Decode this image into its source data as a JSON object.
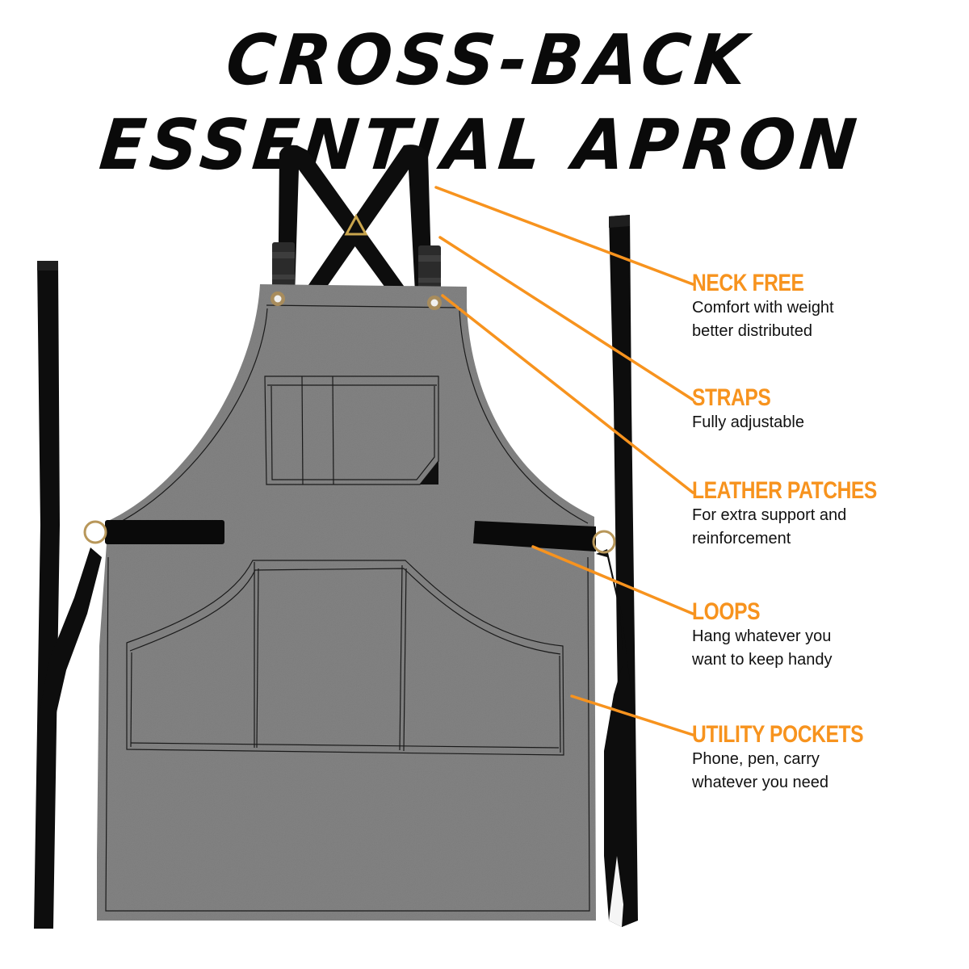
{
  "title": "CROSS-BACK ESSENTIAL APRON",
  "colors": {
    "accent": "#f7931e",
    "apron_fabric": "#7d7d7d",
    "strap": "#0d0d0d",
    "leather": "#2a2a2a",
    "brass": "#b8975a",
    "stitch": "#1a1a1a"
  },
  "callouts": [
    {
      "heading": "NECK FREE",
      "line1": "Comfort with weight",
      "line2": "better distributed"
    },
    {
      "heading": "STRAPS",
      "line1": "Fully adjustable",
      "line2": ""
    },
    {
      "heading": "LEATHER PATCHES",
      "line1": "For extra support and",
      "line2": "reinforcement"
    },
    {
      "heading": "LOOPS",
      "line1": "Hang whatever you",
      "line2": "want to keep handy"
    },
    {
      "heading": "UTILITY POCKETS",
      "line1": "Phone, pen, carry",
      "line2": "whatever you need"
    }
  ],
  "icons": {
    "triangle_ring": "brass-triangle-connector",
    "grommet": "brass-grommet",
    "d_ring": "brass-d-ring"
  }
}
